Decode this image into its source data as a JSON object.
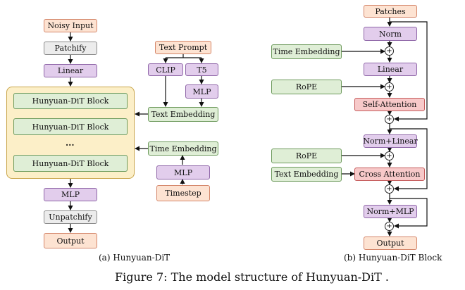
{
  "left": {
    "noisy_input": "Noisy Input",
    "patchify": "Patchify",
    "linear": "Linear",
    "blocks": [
      "Hunyuan-DiT Block",
      "Hunyuan-DiT Block",
      "Hunyuan-DiT Block"
    ],
    "dots": "...",
    "mlp": "MLP",
    "unpatchify": "Unpatchify",
    "output": "Output",
    "text_prompt": "Text Prompt",
    "clip": "CLIP",
    "t5": "T5",
    "mlp_text": "MLP",
    "text_embedding": "Text Embedding",
    "time_embedding": "Time Embedding",
    "mlp_time": "MLP",
    "timestep": "Timestep",
    "caption": "(a) Hunyuan-DiT"
  },
  "right": {
    "patches": "Patches",
    "norm": "Norm",
    "time_embedding": "Time Embedding",
    "linear": "Linear",
    "rope1": "RoPE",
    "self_attention": "Self-Attention",
    "norm_linear": "Norm+Linear",
    "rope2": "RoPE",
    "text_embedding": "Text Embedding",
    "cross_attention": "Cross Attention",
    "norm_mlp": "Norm+MLP",
    "output": "Output",
    "plus": "+",
    "caption": "(b) Hunyuan-DiT Block"
  },
  "figure_caption": "Figure 7: The model structure of Hunyuan-DiT ."
}
